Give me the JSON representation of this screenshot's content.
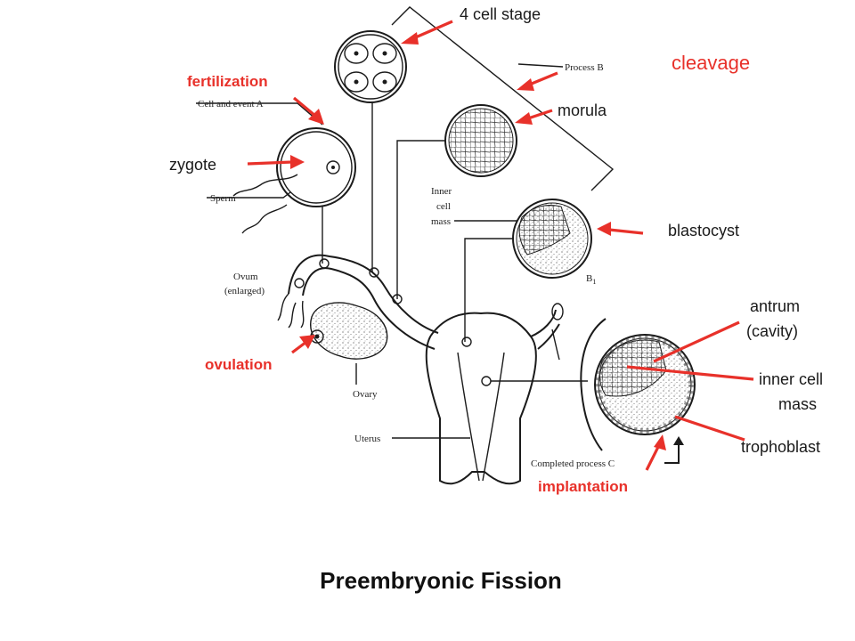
{
  "labels": {
    "four_cell": "4 cell stage",
    "cleavage": "cleavage",
    "fertilization": "fertilization",
    "morula": "morula",
    "zygote": "zygote",
    "blastocyst": "blastocyst",
    "antrum": "antrum",
    "cavity": "(cavity)",
    "ovulation": "ovulation",
    "inner_cell": "inner cell",
    "mass": "mass",
    "trophoblast": "trophoblast",
    "implantation": "implantation"
  },
  "original_labels": {
    "process_b": "Process B",
    "cell_event_a": "Cell and event A",
    "sperm": "Sperm",
    "inner": "Inner",
    "cell": "cell",
    "mass": "mass",
    "b1": "B",
    "b1_sub": "1",
    "ovum": "Ovum",
    "enlarged": "(enlarged)",
    "ovary": "Ovary",
    "uterus": "Uterus",
    "completed_c": "Completed process C"
  },
  "title": "Preembryonic Fission",
  "colors": {
    "accent": "#e8312a",
    "ink": "#1b1b1b"
  }
}
